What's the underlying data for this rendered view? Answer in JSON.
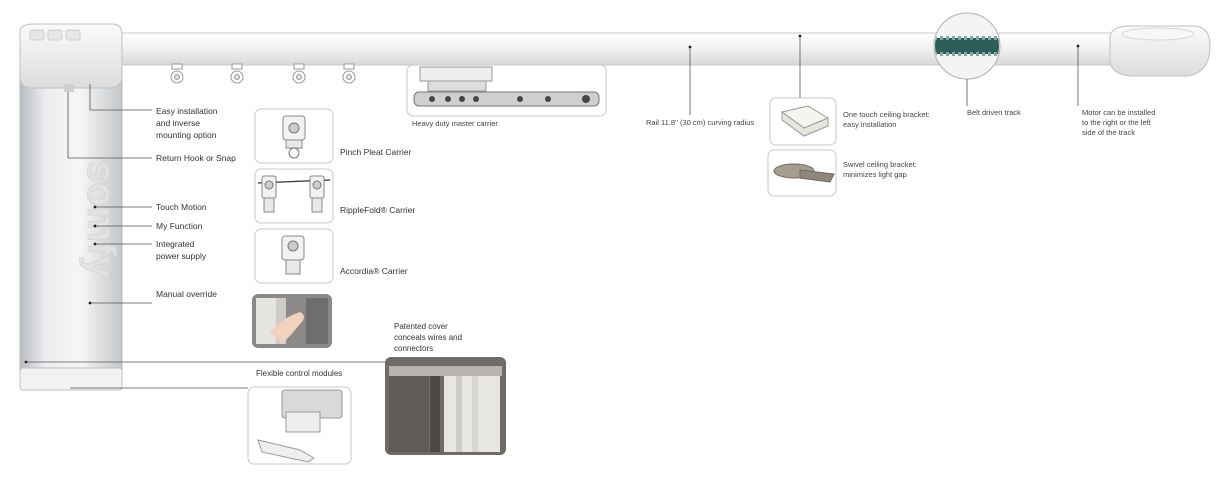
{
  "brand": {
    "logo_text": "somfy",
    "color": "#dcdcdc"
  },
  "colors": {
    "rail": "#f3f3f3",
    "rail_edge": "#c8c8c8",
    "belt": "#2f5d5a",
    "leader": "#444444"
  },
  "labels": {
    "easy_installation": "Easy installation\nand inverse\nmounting option",
    "return_hook": "Return Hook or Snap",
    "touch_motion": "Touch Motion",
    "my_function": "My Function",
    "integrated_power": "Integrated\npower supply",
    "manual_override": "Manual override",
    "pinch_pleat": "Pinch Pleat Carrier",
    "ripplefold": "RippleFold® Carrier",
    "accordia": "Accordia® Carrier",
    "heavy_duty": "Heavy duty master carrier",
    "rail_radius": "Rail 11.8'' (30 cm) curving radius",
    "one_touch": "One touch ceiling bracket:\neasy installation",
    "swivel": "Swivel ceiling bracket:\nminimizes light gap",
    "belt": "Belt driven track",
    "motor_side": "Motor can be installed\nto the right or the left\nside of the track",
    "patented_cover": "Patented cover\nconceals wires and\nconnectors",
    "flexible_modules": "Flexible control modules"
  },
  "icons": [
    "ceiling-glider-icon",
    "carrier-icon",
    "bracket-icon",
    "hand-icon",
    "control-module-icon",
    "cover-icon"
  ]
}
